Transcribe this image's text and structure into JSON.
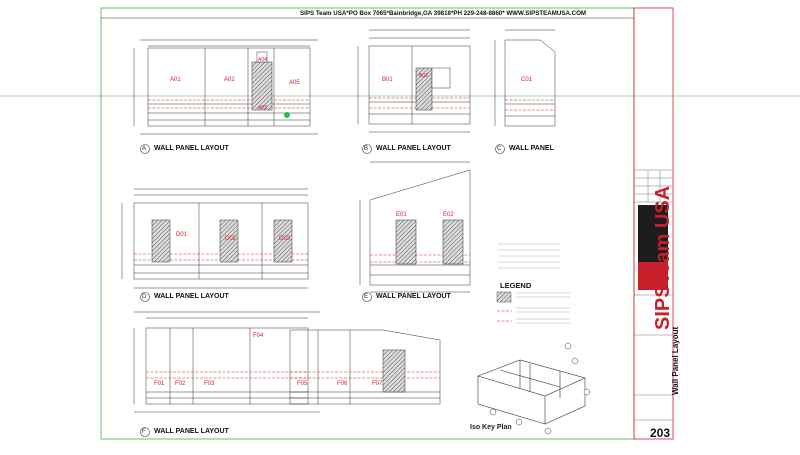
{
  "header": {
    "company_line": "SIPS Team USA*PO Box 7065*Bainbridge,GA 39818*PH 229-248-8860* WWW.SIPSTEAMUSA.COM"
  },
  "title_block": {
    "sheet_title": "Wall Panel Layout",
    "sheet_number": "203",
    "logo_text": "SIPSTeam USA",
    "logo_colors": {
      "dark": "#1d1d1d",
      "red": "#c8202b"
    }
  },
  "views": [
    {
      "id": "A",
      "caption": "WALL PANEL LAYOUT",
      "panels": [
        "A01",
        "A02",
        "A03",
        "A04",
        "A05"
      ]
    },
    {
      "id": "B",
      "caption": "WALL PANEL LAYOUT",
      "panels": [
        "B01",
        "B02"
      ]
    },
    {
      "id": "C",
      "caption": "WALL PANEL",
      "panels": [
        "C01"
      ]
    },
    {
      "id": "D",
      "caption": "WALL PANEL LAYOUT",
      "panels": [
        "D01",
        "D02",
        "D03"
      ]
    },
    {
      "id": "E",
      "caption": "WALL PANEL LAYOUT",
      "panels": [
        "E01",
        "E02"
      ]
    },
    {
      "id": "F",
      "caption": "WALL PANEL LAYOUT",
      "panels": [
        "F01",
        "F02",
        "F03",
        "F04",
        "F05",
        "F06",
        "F07"
      ]
    }
  ],
  "legend": {
    "title": "LEGEND"
  },
  "iso": {
    "caption": "Iso Key Plan"
  },
  "colors": {
    "border_green": "#3ab34a",
    "panel_red": "#d21f2f",
    "line": "#333333"
  }
}
